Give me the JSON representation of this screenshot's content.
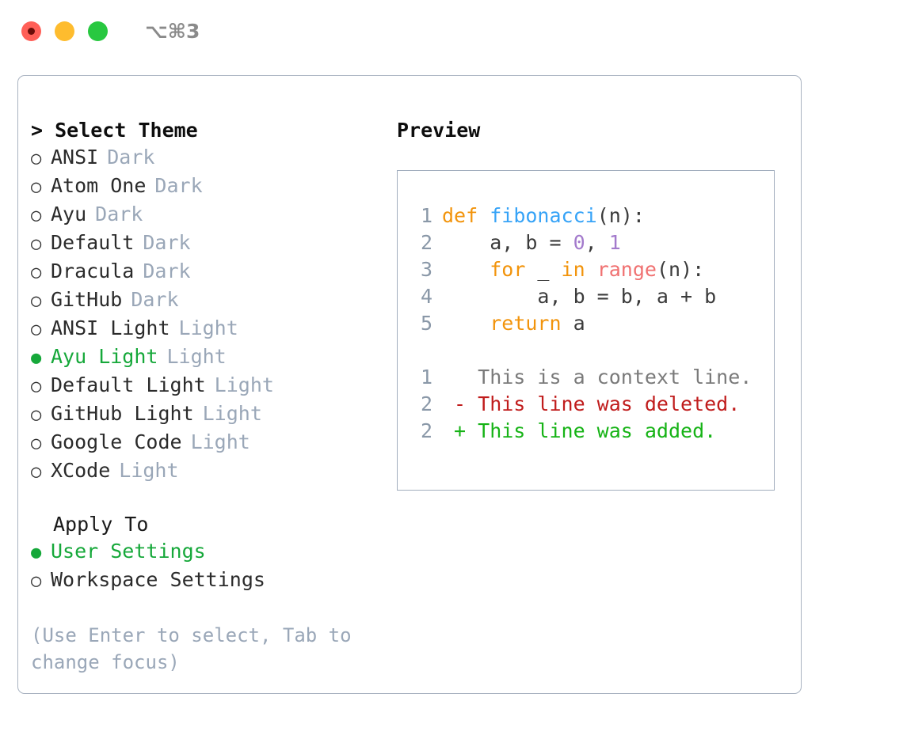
{
  "titlebar": {
    "shortcut": "⌥⌘3",
    "lights": [
      {
        "name": "close",
        "color": "#ff5f57"
      },
      {
        "name": "minimize",
        "color": "#febc2e"
      },
      {
        "name": "maximize",
        "color": "#28c840"
      }
    ]
  },
  "theme_list": {
    "header": "> Select Theme",
    "items": [
      {
        "name": "ANSI",
        "kind": "Dark",
        "selected": false,
        "bullet": "○"
      },
      {
        "name": "Atom One",
        "kind": "Dark",
        "selected": false,
        "bullet": "○"
      },
      {
        "name": "Ayu",
        "kind": "Dark",
        "selected": false,
        "bullet": "○"
      },
      {
        "name": "Default",
        "kind": "Dark",
        "selected": false,
        "bullet": "○"
      },
      {
        "name": "Dracula",
        "kind": "Dark",
        "selected": false,
        "bullet": "○"
      },
      {
        "name": "GitHub",
        "kind": "Dark",
        "selected": false,
        "bullet": "○"
      },
      {
        "name": "ANSI Light",
        "kind": "Light",
        "selected": false,
        "bullet": "○"
      },
      {
        "name": "Ayu Light",
        "kind": "Light",
        "selected": true,
        "bullet": "●"
      },
      {
        "name": "Default Light",
        "kind": "Light",
        "selected": false,
        "bullet": "○"
      },
      {
        "name": "GitHub Light",
        "kind": "Light",
        "selected": false,
        "bullet": "○"
      },
      {
        "name": "Google Code",
        "kind": "Light",
        "selected": false,
        "bullet": "○"
      },
      {
        "name": "XCode",
        "kind": "Light",
        "selected": false,
        "bullet": "○"
      }
    ]
  },
  "apply_to": {
    "label": "Apply To",
    "options": [
      {
        "name": "User Settings",
        "selected": true,
        "bullet": "●"
      },
      {
        "name": "Workspace Settings",
        "selected": false,
        "bullet": "○"
      }
    ]
  },
  "hint": "(Use Enter to select, Tab to change focus)",
  "preview": {
    "title": "Preview",
    "code_lines": [
      {
        "num": "1",
        "tokens": [
          {
            "t": "def ",
            "c": "kw"
          },
          {
            "t": "fibonacci",
            "c": "fn"
          },
          {
            "t": "(n):",
            "c": "plain"
          }
        ]
      },
      {
        "num": "2",
        "tokens": [
          {
            "t": "    a, b = ",
            "c": "plain"
          },
          {
            "t": "0",
            "c": "num"
          },
          {
            "t": ", ",
            "c": "plain"
          },
          {
            "t": "1",
            "c": "num"
          }
        ]
      },
      {
        "num": "3",
        "tokens": [
          {
            "t": "    ",
            "c": "plain"
          },
          {
            "t": "for",
            "c": "kw"
          },
          {
            "t": " _ ",
            "c": "plain"
          },
          {
            "t": "in",
            "c": "kw"
          },
          {
            "t": " ",
            "c": "plain"
          },
          {
            "t": "range",
            "c": "bi"
          },
          {
            "t": "(n):",
            "c": "plain"
          }
        ]
      },
      {
        "num": "4",
        "tokens": [
          {
            "t": "        a, b = b, a + b",
            "c": "plain"
          }
        ]
      },
      {
        "num": "5",
        "tokens": [
          {
            "t": "    ",
            "c": "plain"
          },
          {
            "t": "return",
            "c": "kw"
          },
          {
            "t": " a",
            "c": "plain"
          }
        ]
      }
    ],
    "diff_lines": [
      {
        "num": "1",
        "marker": " ",
        "text": " This is a context line.",
        "kind": "ctx"
      },
      {
        "num": "2",
        "marker": "-",
        "text": " This line was deleted.",
        "kind": "del"
      },
      {
        "num": "2",
        "marker": "+",
        "text": " This line was added.",
        "kind": "add"
      }
    ]
  },
  "colors": {
    "accent_green": "#16a83a",
    "muted": "#9aa7b8",
    "keyword": "#f2940c",
    "function": "#36a3f7",
    "number": "#a37acc",
    "builtin": "#f07171",
    "diff_add": "#16b316",
    "diff_del": "#c01c1c",
    "border": "#a9b3c1"
  }
}
